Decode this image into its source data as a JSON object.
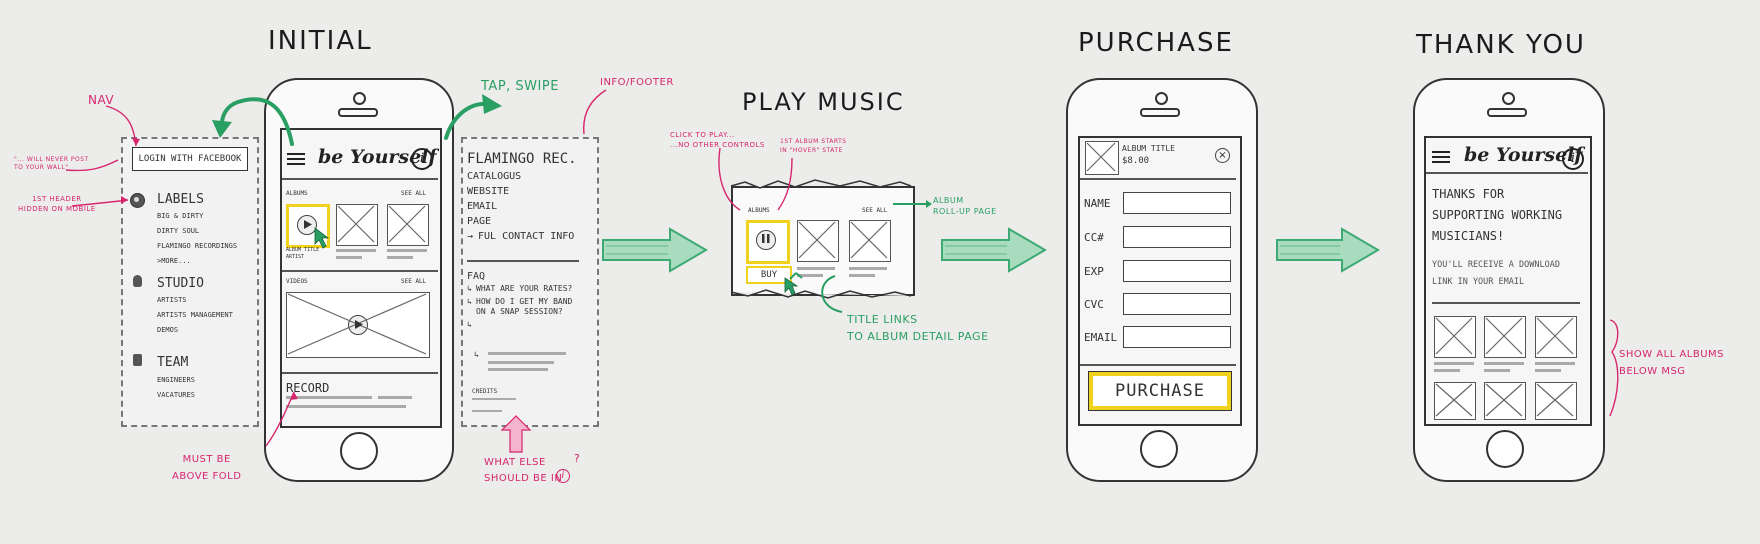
{
  "titles": {
    "initial": "INITIAL",
    "play_music": "PLAY MUSIC",
    "purchase": "PURCHASE",
    "thank_you": "THANK YOU"
  },
  "annotations": {
    "nav": "NAV",
    "will_never_post": "\"... WILL NEVER POST\nTO YOUR WALL\"",
    "header_hidden": "1ST HEADER\nHIDDEN ON MOBILE",
    "tap_swipe": "TAP, SWIPE",
    "info_footer": "INFO/FOOTER",
    "must_be_above_fold": "MUST BE\nABOVE FOLD",
    "what_else": "WHAT ELSE\nSHOULD BE IN",
    "what_else_icon": "i",
    "what_else_mark": "?",
    "click_to_play": "CLICK TO PLAY...\n...NO OTHER CONTROLS",
    "first_album_hover": "1ST ALBUM STARTS\nIN \"HOVER\" STATE",
    "album_rollup": "ALBUM\nROLL-UP PAGE",
    "title_links": "TITLE LINKS\nTO ALBUM DETAIL PAGE",
    "show_all_albums": "SHOW ALL ALBUMS\nBELOW MSG"
  },
  "nav_panel": {
    "login_button": "LOGIN WITH FACEBOOK",
    "sections": [
      {
        "title": "LABELS",
        "items": [
          "BIG & DIRTY",
          "DIRTY SOUL",
          "FLAMINGO RECORDINGS",
          ">MORE..."
        ]
      },
      {
        "title": "STUDIO",
        "items": [
          "ARTISTS",
          "ARTISTS MANAGEMENT",
          "DEMOS"
        ]
      },
      {
        "title": "TEAM",
        "items": [
          "ENGINEERS",
          "VACATURES"
        ]
      }
    ]
  },
  "app": {
    "logo": "be Yourself",
    "info_icon": "i",
    "albums_label": "ALBUMS",
    "see_all": "SEE ALL",
    "videos_label": "VIDEOS",
    "album_caption": "ALBUM TITLE\nARTIST",
    "record_label": "RECORD"
  },
  "info_panel": {
    "links": [
      "FLAMINGO REC.",
      "CATALOGUS",
      "WEBSITE",
      "EMAIL",
      "PAGE",
      "FUL CONTACT INFO"
    ],
    "faq_title": "FAQ",
    "faq_items": [
      "WHAT ARE YOUR RATES?",
      "HOW DO I GET MY BAND\nON A SNAP SESSION?"
    ],
    "credits": "CREDITS"
  },
  "play_card": {
    "albums_label": "ALBUMS",
    "see_all": "SEE ALL",
    "buy_button": "BUY"
  },
  "purchase": {
    "album_title": "ALBUM TITLE",
    "price": "$8.00",
    "fields": [
      "NAME",
      "CC#",
      "EXP",
      "CVC",
      "EMAIL"
    ],
    "button": "PURCHASE"
  },
  "thank_you": {
    "logo": "be Yourself",
    "info_icon": "i",
    "message": "THANKS FOR\nSUPPORTING WORKING\nMUSICIANS!",
    "sub_message": "YOU'LL RECEIVE A DOWNLOAD\nLINK IN YOUR EMAIL"
  },
  "colors": {
    "accent_green": "#3daa74",
    "annotation_pink": "#d6266e",
    "highlight_yellow": "#f0d21c"
  }
}
